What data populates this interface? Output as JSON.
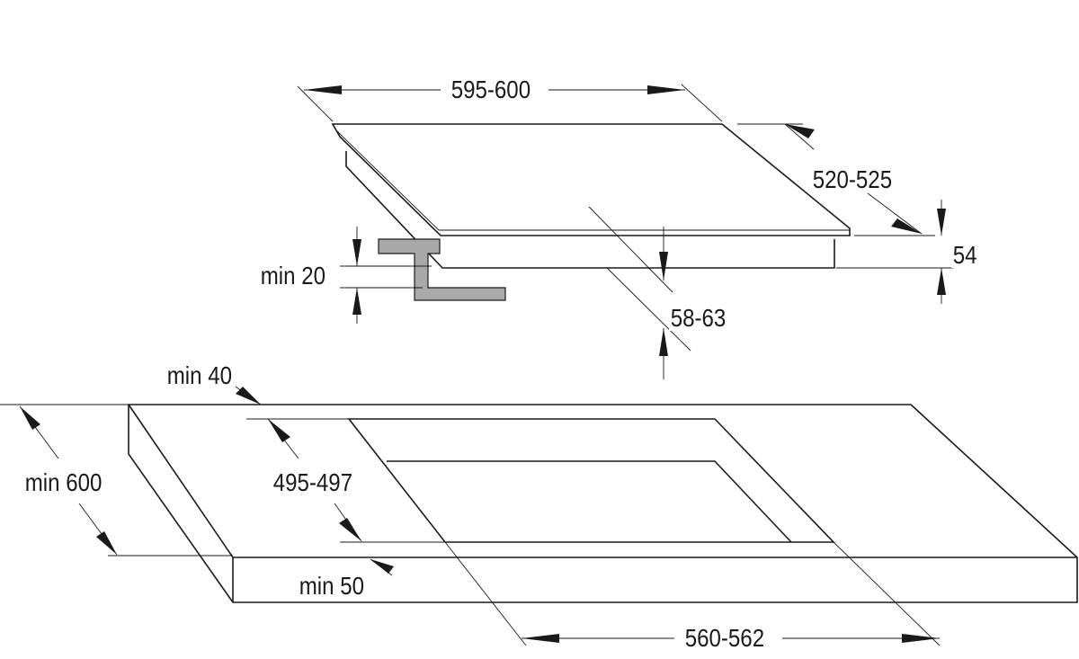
{
  "dimensions": {
    "hob_width": "595-600",
    "hob_depth": "520-525",
    "hob_height": "54",
    "hob_rear_clearance": "min 20",
    "hob_drop": "58-63",
    "worktop_rear_margin": "min 40",
    "worktop_depth": "min 600",
    "cutout_depth": "495-497",
    "worktop_front_margin": "min 50",
    "cutout_width": "560-562"
  },
  "colors": {
    "line": "#1a1a1a",
    "bracket": "#a9a9a9",
    "background": "#ffffff"
  }
}
